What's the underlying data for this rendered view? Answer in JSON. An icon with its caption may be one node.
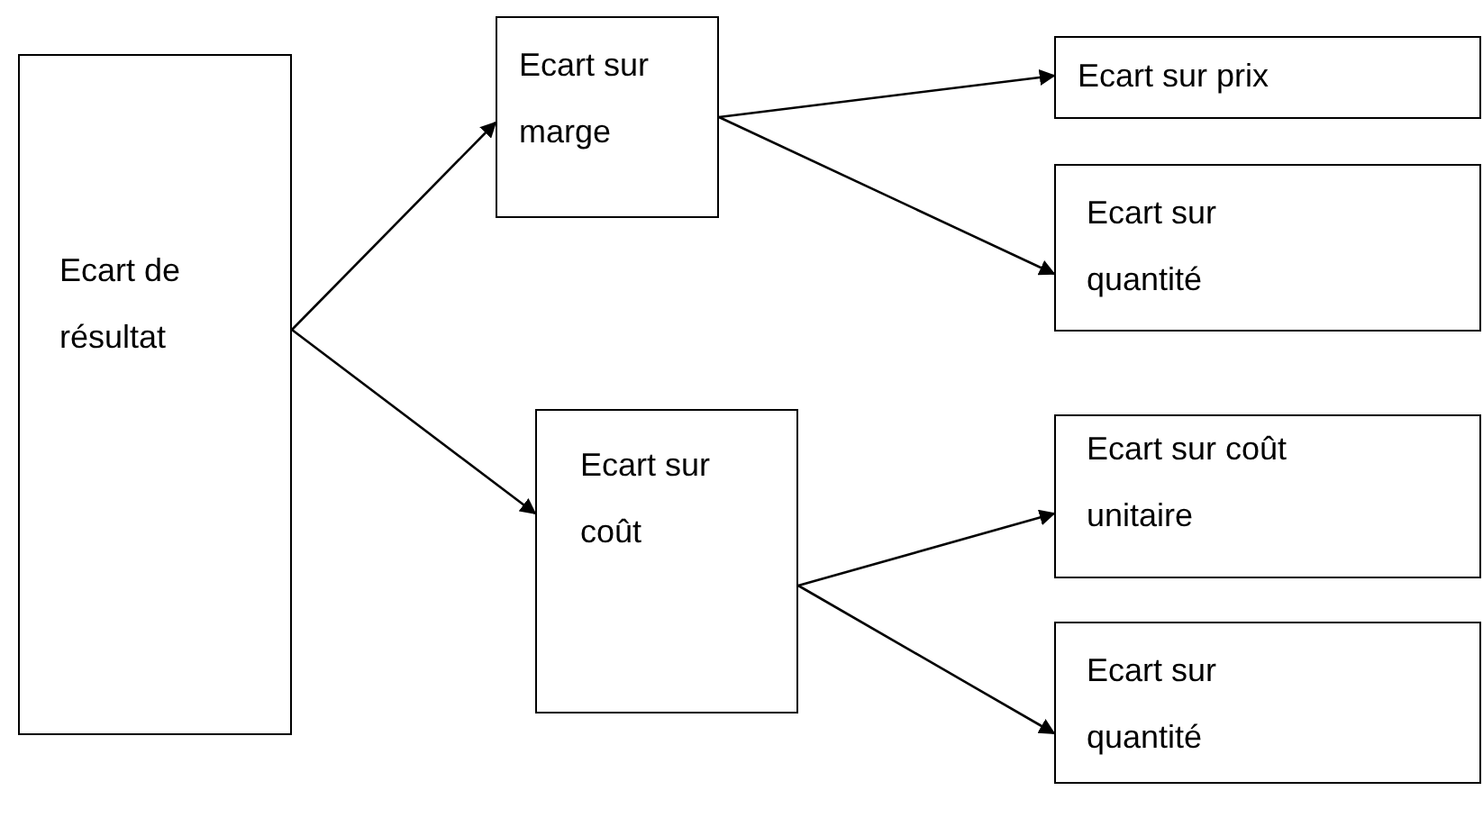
{
  "diagram": {
    "nodes": [
      {
        "text": [
          "Ecart de résultat"
        ]
      },
      {
        "text": [
          "Ecart sur marge"
        ]
      },
      {
        "text": [
          "Ecart sur prix"
        ]
      },
      {
        "text": [
          "Ecart sur quantité"
        ]
      },
      {
        "text": [
          "Ecart sur coût"
        ]
      },
      {
        "text": [
          "Ecart sur coût unitaire"
        ]
      },
      {
        "text": [
          "Ecart sur quantité"
        ]
      }
    ],
    "edges": [
      {
        "from": 0,
        "to": 1,
        "arrow": "to"
      },
      {
        "from": 0,
        "to": 4,
        "arrow": "to"
      },
      {
        "from": 1,
        "to": 2,
        "arrow": "to"
      },
      {
        "from": 1,
        "to": 3,
        "arrow": "to"
      },
      {
        "from": 4,
        "to": 5,
        "arrow": "to"
      },
      {
        "from": 4,
        "to": 6,
        "arrow": "to"
      }
    ]
  }
}
